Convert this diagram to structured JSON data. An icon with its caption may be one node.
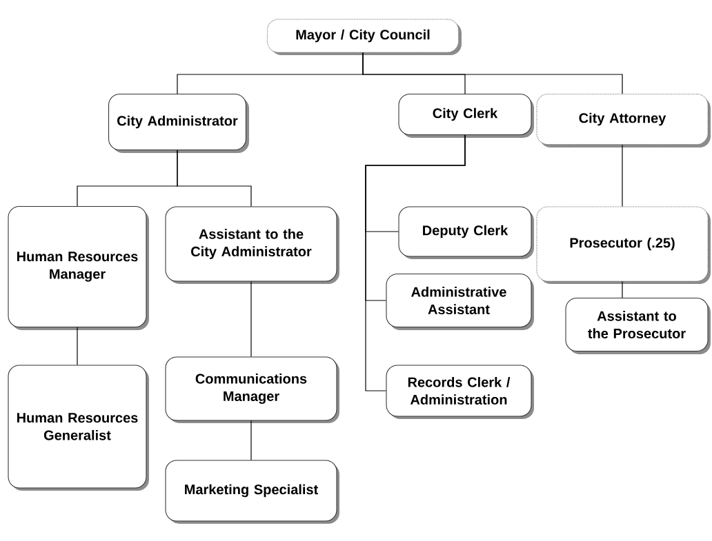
{
  "diagram": {
    "nodes": [
      {
        "text": [
          "Mayor / City Council"
        ]
      },
      {
        "text": [
          "City Administrator"
        ]
      },
      {
        "text": [
          "City Clerk"
        ]
      },
      {
        "text": [
          "City Attorney"
        ]
      },
      {
        "text": [
          "Human Resources Manager"
        ]
      },
      {
        "text": [
          "Assistant to the City Administrator"
        ]
      },
      {
        "text": [
          "Deputy Clerk"
        ]
      },
      {
        "text": [
          "Prosecutor (.25)"
        ]
      },
      {
        "text": [
          "Human Resources Generalist"
        ]
      },
      {
        "text": [
          "Communications Manager"
        ]
      },
      {
        "text": [
          "Administrative Assistant"
        ]
      },
      {
        "text": [
          "Assistant to the Prosecutor"
        ]
      },
      {
        "text": [
          "Records Clerk / Administration"
        ]
      },
      {
        "text": [
          "Marketing Specialist"
        ]
      }
    ],
    "edges": [
      {
        "from": 0,
        "to": 1,
        "arrow": "none"
      },
      {
        "from": 0,
        "to": 2,
        "arrow": "none"
      },
      {
        "from": 0,
        "to": 3,
        "arrow": "none"
      },
      {
        "from": 1,
        "to": 4,
        "arrow": "none"
      },
      {
        "from": 1,
        "to": 5,
        "arrow": "none"
      },
      {
        "from": 2,
        "to": 6,
        "arrow": "none"
      },
      {
        "from": 2,
        "to": 10,
        "arrow": "none"
      },
      {
        "from": 2,
        "to": 12,
        "arrow": "none"
      },
      {
        "from": 4,
        "to": 8,
        "arrow": "none"
      },
      {
        "from": 5,
        "to": 9,
        "arrow": "none"
      },
      {
        "from": 9,
        "to": 13,
        "arrow": "none"
      },
      {
        "from": 3,
        "to": 7,
        "arrow": "none"
      },
      {
        "from": 7,
        "to": 11,
        "arrow": "none"
      }
    ]
  }
}
